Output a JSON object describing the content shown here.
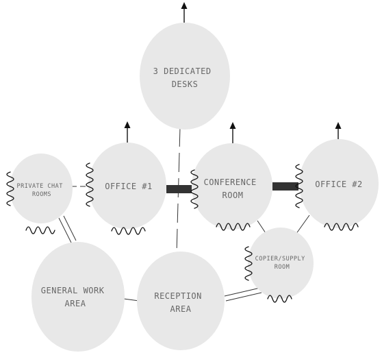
{
  "diagram": {
    "nodes": {
      "desks": {
        "lines": [
          "3 DEDICATED",
          "DESKS"
        ]
      },
      "chat": {
        "lines": [
          "PRIVATE CHAT",
          "ROOMS"
        ]
      },
      "office1": {
        "lines": [
          "OFFICE #1"
        ]
      },
      "conference": {
        "lines": [
          "CONFERENCE",
          "ROOM"
        ]
      },
      "office2": {
        "lines": [
          "OFFICE #2"
        ]
      },
      "copier": {
        "lines": [
          "COPIER/SUPPLY",
          "ROOM"
        ]
      },
      "general": {
        "lines": [
          "GENERAL WORK",
          "AREA"
        ]
      },
      "reception": {
        "lines": [
          "RECEPTION",
          "AREA"
        ]
      }
    }
  }
}
